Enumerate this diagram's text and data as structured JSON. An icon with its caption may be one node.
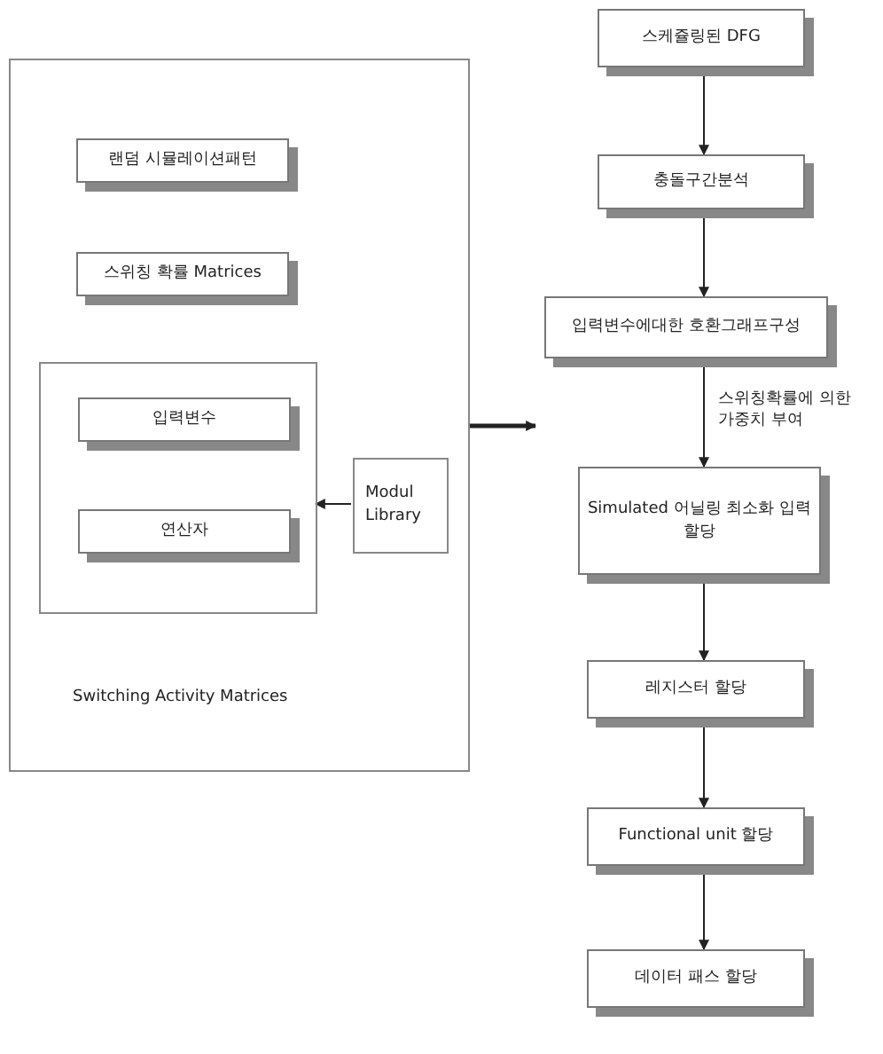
{
  "diagram": {
    "nodes": [
      {
        "text": [
          "Switching Activity Matrices"
        ]
      },
      {
        "text": [
          "랜덤 시뮬레이션패턴"
        ],
        "in": 0
      },
      {
        "text": [
          "스위칭 확률 Matrices"
        ],
        "in": 0
      },
      {
        "text": [],
        "shape": "box",
        "in": 0
      },
      {
        "text": [
          "입력변수"
        ],
        "in": 3
      },
      {
        "text": [
          "연산자"
        ],
        "in": 3
      },
      {
        "text": [
          "Modul Library"
        ],
        "in": 0
      },
      {
        "text": [
          "스케쥴링된 DFG"
        ]
      },
      {
        "text": [
          "충돌구간분석"
        ]
      },
      {
        "text": [
          "입력변수에대한 호환그래프구성"
        ]
      },
      {
        "text": [
          "Simulated 어닐링 최소화 입력 할당"
        ]
      },
      {
        "text": [
          "레지스터 할당"
        ]
      },
      {
        "text": [
          "Functional unit 할당"
        ]
      },
      {
        "text": [
          "데이터 패스 할당"
        ]
      }
    ],
    "edges": [
      {
        "from": 6,
        "to": 3,
        "arrow": "to"
      },
      {
        "from": 0,
        "to": null,
        "arrow": "to",
        "style": "thick"
      },
      {
        "from": 7,
        "to": 8,
        "arrow": "to"
      },
      {
        "from": 8,
        "to": 9,
        "arrow": "to"
      },
      {
        "from": 9,
        "to": 10,
        "arrow": "to",
        "label": "스위칭확률에 의한 가중치 부여"
      },
      {
        "from": 10,
        "to": 11,
        "arrow": "to"
      },
      {
        "from": 11,
        "to": 12,
        "arrow": "to"
      },
      {
        "from": 12,
        "to": 13,
        "arrow": "to"
      }
    ]
  }
}
